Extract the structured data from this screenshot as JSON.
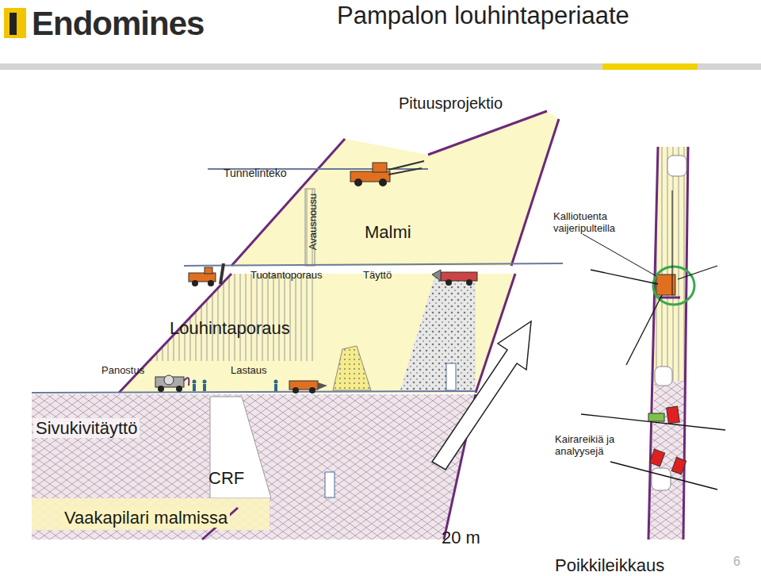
{
  "diagram": {
    "title": "Pampalon louhintaperiaate",
    "labels": [
      "Endomines",
      "Pituusprojektio",
      "Tunnelinteko",
      "Avausnousu",
      "Malmi",
      "Kalliotuenta vaijeripulteilla",
      "Tuotantoporaus",
      "Täyttö",
      "Louhintaporaus",
      "Panostus",
      "Lastaus",
      "Sivukivitäyttö",
      "CRF",
      "Vaakapilari malmissa",
      "20 m",
      "Kairareikiä ja analyysejä",
      "Poikkileikkaus",
      "6"
    ]
  }
}
